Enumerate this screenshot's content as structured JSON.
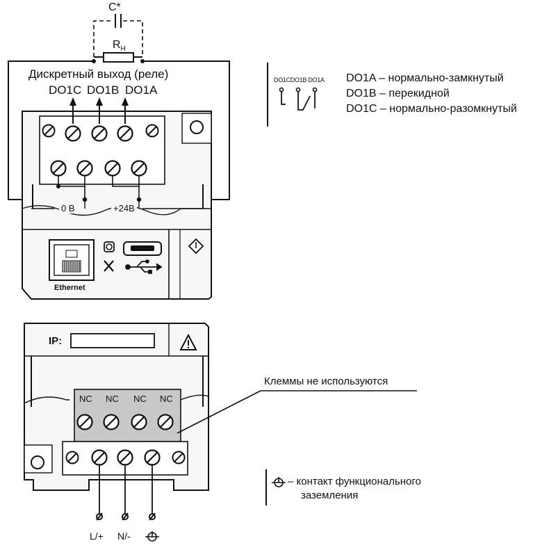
{
  "top_device": {
    "capacitor_label": "C*",
    "resistor_label": "R",
    "resistor_subscript": "Н",
    "relay_output_title": "Дискретный выход (реле)",
    "terminal_labels": [
      "DO1C",
      "DO1B",
      "DO1A"
    ],
    "voltage_left": "0 В",
    "voltage_right": "+24В",
    "ethernet_label": "Ethernet"
  },
  "relay_legend": {
    "mini_labels": "DO1CDO1B DO1A",
    "lines": [
      "DO1A – нормально-замкнутый",
      "DO1B – перекидной",
      "DO1C – нормально-разомкнутый"
    ]
  },
  "bottom_device": {
    "ip_label": "IP:",
    "nc_labels": [
      "NC",
      "NC",
      "NC",
      "NC"
    ],
    "unused_terminals_callout": "Клеммы не используются",
    "power_labels": [
      "L/+",
      "N/-"
    ]
  },
  "ground_legend": {
    "line1": "– контакт функционального",
    "line2": "заземления"
  }
}
